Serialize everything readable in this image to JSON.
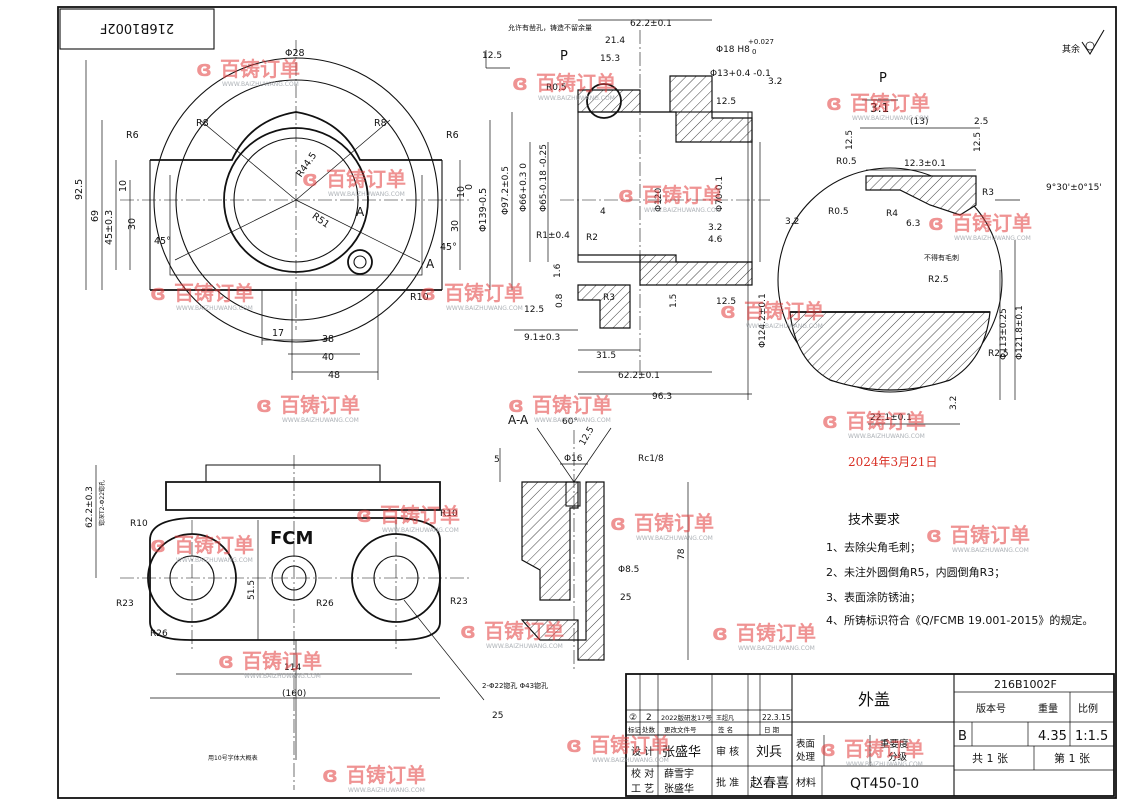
{
  "drawing": {
    "number_box": "216B1002F",
    "p_label": "P",
    "detail_label": "P",
    "detail_scale": "3:1",
    "section_label": "A-A",
    "view_a": "A",
    "roughness_rest": "其余",
    "date_stamp": "2024年3月21日",
    "logo_text": "FCM",
    "note_top": "允许有凿孔，铸造不留余量",
    "note_hole": "2-Φ22锪孔 Φ43锪孔",
    "note_dim_side": "锪深T2-Φ22锪孔",
    "note_font": "用10号字体大概表",
    "note_no_burr": "不得有毛刺"
  },
  "dims": {
    "front": [
      "Φ28",
      "R8",
      "R8",
      "R6",
      "R6",
      "R44.5",
      "R51",
      "92.5",
      "69",
      "45±0.3",
      "10",
      "30",
      "45°",
      "45°",
      "10",
      "30",
      "0",
      "Φ139-0.5",
      "17",
      "38",
      "40",
      "48",
      "R10",
      "A",
      "A"
    ],
    "section": [
      "62.2±0.1",
      "21.4",
      "15.3",
      "Φ18 H8",
      "+0.027",
      "0",
      "Φ13+0.4 -0.1",
      "R0.5",
      "12.5",
      "3.2",
      "Φ97.2±0.5",
      "Φ66+0.3 0",
      "Φ65-0.18 -0.25",
      "4",
      "Φ120",
      "Φ70-0.1",
      "3.2",
      "4.6",
      "R1±0.4",
      "R2",
      "1.6",
      "R3",
      "0.8",
      "12.5",
      "12.5",
      "12.5",
      "1.5",
      "9.1±0.3",
      "31.5",
      "62.2±0.1",
      "96.3",
      "Φ124.2±0.1"
    ],
    "detail": [
      "(13)",
      "2.5",
      "12.5",
      "12.5",
      "R0.5",
      "12.3±0.1",
      "R3",
      "9°30'±0°15'",
      "R0.5",
      "R4",
      "6.3",
      "3.2",
      "R2.5",
      "R2.5",
      "Φ113±0.25",
      "Φ121.8±0.1",
      "22.1±0.1",
      "3.2"
    ],
    "bottom": [
      "62.2±0.3",
      "R10",
      "R10",
      "R23",
      "R23",
      "R26",
      "R26",
      "51.5",
      "114",
      "(160)",
      "25"
    ],
    "aa": [
      "60°",
      "12.5",
      "5",
      "Φ16",
      "Rc1/8",
      "78",
      "Φ8.5",
      "25"
    ]
  },
  "tech_req": {
    "title": "技术要求",
    "items": [
      "1、去除尖角毛刺；",
      "2、未注外圆倒角R5，内圆倒角R3；",
      "3、表面涂防锈油；",
      "4、所铸标识符合《Q/FCMB 19.001-2015》的规定。"
    ]
  },
  "title_block": {
    "part_name": "外盖",
    "drawing_no": "216B1002F",
    "col_version": "版本号",
    "col_weight": "重量",
    "col_scale": "比例",
    "version": "B",
    "weight": "4.35",
    "scale": "1:1.5",
    "sheets_total": "共 1 张",
    "sheet_no": "第 1 张",
    "material": "QT450-10",
    "rev_mark": "②",
    "rev_count": "2",
    "rev_doc": "2022版研发17号",
    "rev_sign": "王超凡",
    "rev_date": "22.3.15",
    "h_mark": "标记",
    "h_count": "处数",
    "h_doc": "更改文件号",
    "h_sign": "签 名",
    "h_date": "日 期",
    "lbl_design": "设 计",
    "name_design": "张盛华",
    "lbl_review": "审 核",
    "name_review": "刘兵",
    "lbl_surface": "表面",
    "lbl_treat": "处理",
    "lbl_importance": "重要度",
    "lbl_grade": "分级",
    "lbl_check": "校 对",
    "name_check": "薛雪宇",
    "lbl_craft": "工 艺",
    "name_craft": "张盛华",
    "lbl_approve": "批 准",
    "name_approve": "赵春喜",
    "lbl_material": "材料"
  },
  "watermark": {
    "brand": "百铸订单",
    "url": "WWW.BAIZHUWANG.COM"
  }
}
